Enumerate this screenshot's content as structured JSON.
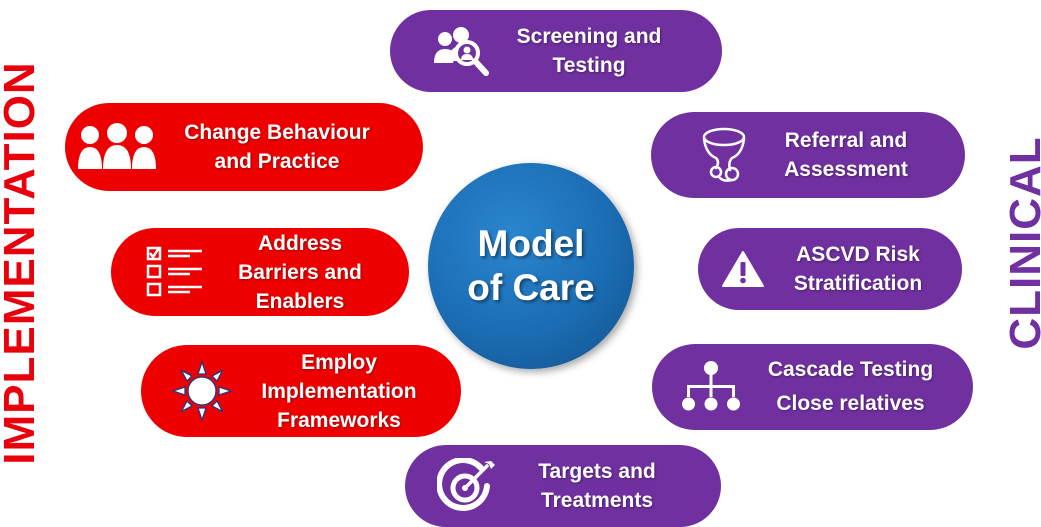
{
  "side_labels": {
    "left": "IMPLEMENTATION",
    "right": "CLINICAL"
  },
  "center": {
    "title": "Model\nof Care"
  },
  "implementation_items": [
    {
      "label": "Change  Behaviour\nand Practice",
      "icon": "people-group-icon"
    },
    {
      "label": "Address\nBarriers and\nEnablers",
      "icon": "checklist-icon"
    },
    {
      "label": "Employ\nImplementation\nFrameworks",
      "icon": "sun-framework-icon"
    }
  ],
  "clinical_items": [
    {
      "label": "Screening and\nTesting",
      "icon": "people-search-icon"
    },
    {
      "label": "Referral and\nAssessment",
      "icon": "stethoscope-icon"
    },
    {
      "label": "ASCVD Risk\nStratification",
      "icon": "warning-icon"
    },
    {
      "label": "Cascade Testing\nClose relatives",
      "icon": "hierarchy-icon"
    },
    {
      "label": "Targets and\nTreatments",
      "icon": "target-icon"
    }
  ],
  "colors": {
    "implementation": "#ee0000",
    "clinical": "#7030a0",
    "center": "#1b6db3"
  }
}
